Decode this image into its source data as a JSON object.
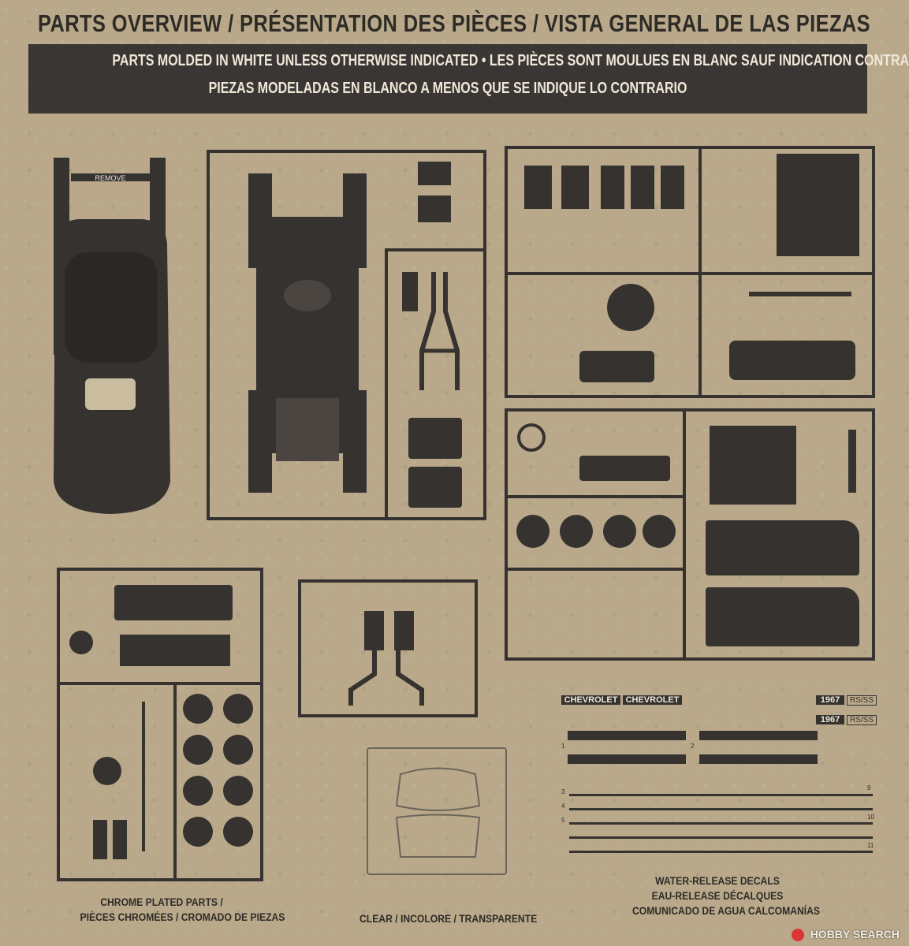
{
  "header": {
    "title": "PARTS OVERVIEW / PRÉSENTATION DES PIÈCES / VISTA GENERAL DE LAS PIEZAS",
    "banner_line1": "PARTS MOLDED IN WHITE UNLESS OTHERWISE INDICATED • LES PIÈCES SONT MOULUES EN BLANC SAUF INDICATION CONTRAIRE",
    "banner_line2": "PIEZAS MODELADAS EN BLANCO A MENOS QUE SE INDIQUE LO CONTRARIO"
  },
  "body_part": {
    "remove_label": "REMOVE"
  },
  "decals": {
    "brand1": "CHEVROLET",
    "brand2": "CHEVROLET",
    "year1": "1967",
    "year2": "1967",
    "badge1": "RS/SS",
    "badge2": "RS/SS",
    "numbers": [
      "1",
      "2",
      "3",
      "4",
      "5",
      "9",
      "10",
      "11"
    ]
  },
  "captions": {
    "chrome_line1": "CHROME PLATED PARTS /",
    "chrome_line2": "PIÈCES CHROMÉES / CROMADO DE PIEZAS",
    "clear": "CLEAR / INCOLORE / TRANSPARENTE",
    "decals_line1": "WATER-RELEASE DECALS",
    "decals_line2": "EAU-RELEASE DÉCALQUES",
    "decals_line3": "COMUNICADO DE AGUA CALCOMANÍAS"
  },
  "watermark": {
    "text": "HOBBY SEARCH"
  }
}
